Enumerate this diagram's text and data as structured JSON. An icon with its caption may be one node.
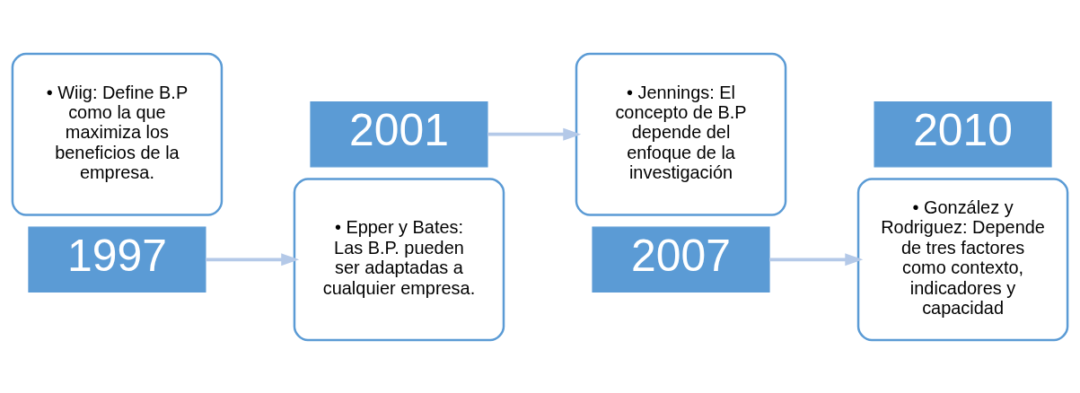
{
  "diagram": {
    "nodes": [
      {
        "text": [
          "• Wiig: Define B.P como la que maximiza los beneficios de la empresa."
        ]
      },
      {
        "text": [
          "1997"
        ]
      },
      {
        "text": [
          "2001"
        ]
      },
      {
        "text": [
          "• Epper y Bates: Las B.P. pueden ser adaptadas a cualquier empresa."
        ]
      },
      {
        "text": [
          "• Jennings: El concepto de B.P depende del enfoque de la investigación"
        ]
      },
      {
        "text": [
          "2007"
        ]
      },
      {
        "text": [
          "2010"
        ]
      },
      {
        "text": [
          "• González y Rodriguez: Depende de tres factores como contexto, indicadores y capacidad"
        ]
      }
    ],
    "edges": [
      {
        "from": 1,
        "to": 3,
        "arrow": "to"
      },
      {
        "from": 2,
        "to": 4,
        "arrow": "to"
      },
      {
        "from": 5,
        "to": 7,
        "arrow": "to"
      }
    ]
  }
}
